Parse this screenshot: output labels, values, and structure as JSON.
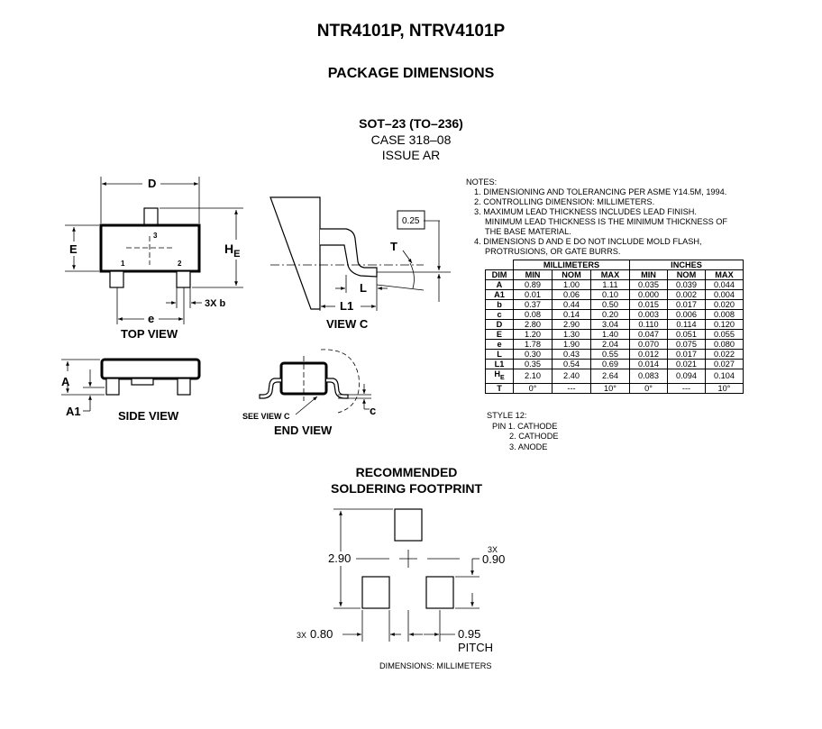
{
  "header": {
    "part_numbers": "NTR4101P, NTRV4101P",
    "section_title": "PACKAGE DIMENSIONS"
  },
  "package": {
    "name": "SOT–23 (TO–236)",
    "case": "CASE 318–08",
    "issue": "ISSUE AR"
  },
  "views": {
    "top_view": "TOP VIEW",
    "side_view": "SIDE VIEW",
    "end_view": "END VIEW",
    "view_c": "VIEW C",
    "see_view_c": "SEE VIEW C"
  },
  "drawing_labels": {
    "d": "D",
    "e_upper": "E",
    "h": "H",
    "h_sub": "E",
    "pin1": "1",
    "pin2": "2",
    "pin3": "3",
    "x3b": "3X b",
    "e_lower": "e",
    "a": "A",
    "a1": "A1",
    "c": "c",
    "box_025": "0.25",
    "t": "T",
    "l": "L",
    "l1": "L1"
  },
  "notes": {
    "heading": "NOTES:",
    "items": [
      "1.  DIMENSIONING AND TOLERANCING PER ASME Y14.5M, 1994.",
      "2.  CONTROLLING DIMENSION: MILLIMETERS.",
      "3.  MAXIMUM LEAD THICKNESS INCLUDES LEAD FINISH.",
      "MINIMUM LEAD THICKNESS IS THE MINIMUM THICKNESS OF",
      "THE BASE MATERIAL.",
      "4.  DIMENSIONS D AND E DO NOT INCLUDE MOLD FLASH,",
      "PROTRUSIONS, OR GATE BURRS."
    ]
  },
  "dimension_table": {
    "group_headers": [
      "MILLIMETERS",
      "INCHES"
    ],
    "columns": [
      "DIM",
      "MIN",
      "NOM",
      "MAX",
      "MIN",
      "NOM",
      "MAX"
    ],
    "rows": [
      [
        "A",
        "0.89",
        "1.00",
        "1.11",
        "0.035",
        "0.039",
        "0.044"
      ],
      [
        "A1",
        "0.01",
        "0.06",
        "0.10",
        "0.000",
        "0.002",
        "0.004"
      ],
      [
        "b",
        "0.37",
        "0.44",
        "0.50",
        "0.015",
        "0.017",
        "0.020"
      ],
      [
        "c",
        "0.08",
        "0.14",
        "0.20",
        "0.003",
        "0.006",
        "0.008"
      ],
      [
        "D",
        "2.80",
        "2.90",
        "3.04",
        "0.110",
        "0.114",
        "0.120"
      ],
      [
        "E",
        "1.20",
        "1.30",
        "1.40",
        "0.047",
        "0.051",
        "0.055"
      ],
      [
        "e",
        "1.78",
        "1.90",
        "2.04",
        "0.070",
        "0.075",
        "0.080"
      ],
      [
        "L",
        "0.30",
        "0.43",
        "0.55",
        "0.012",
        "0.017",
        "0.022"
      ],
      [
        "L1",
        "0.35",
        "0.54",
        "0.69",
        "0.014",
        "0.021",
        "0.027"
      ],
      [
        "HE",
        "2.10",
        "2.40",
        "2.64",
        "0.083",
        "0.094",
        "0.104"
      ],
      [
        "T",
        "0°",
        "---",
        "10°",
        "0°",
        "---",
        "10°"
      ]
    ]
  },
  "style": {
    "heading": "STYLE 12:",
    "pins": [
      "PIN 1.  CATHODE",
      "2.  CATHODE",
      "3.  ANODE"
    ]
  },
  "footprint": {
    "title_line1": "RECOMMENDED",
    "title_line2": "SOLDERING FOOTPRINT",
    "dim_290": "2.90",
    "dim_3x_top": "3X",
    "dim_090": "0.90",
    "dim_3x_bottom": "3X",
    "dim_080": "0.80",
    "dim_095": "0.95",
    "pitch": "PITCH",
    "units_note": "DIMENSIONS: MILLIMETERS"
  }
}
